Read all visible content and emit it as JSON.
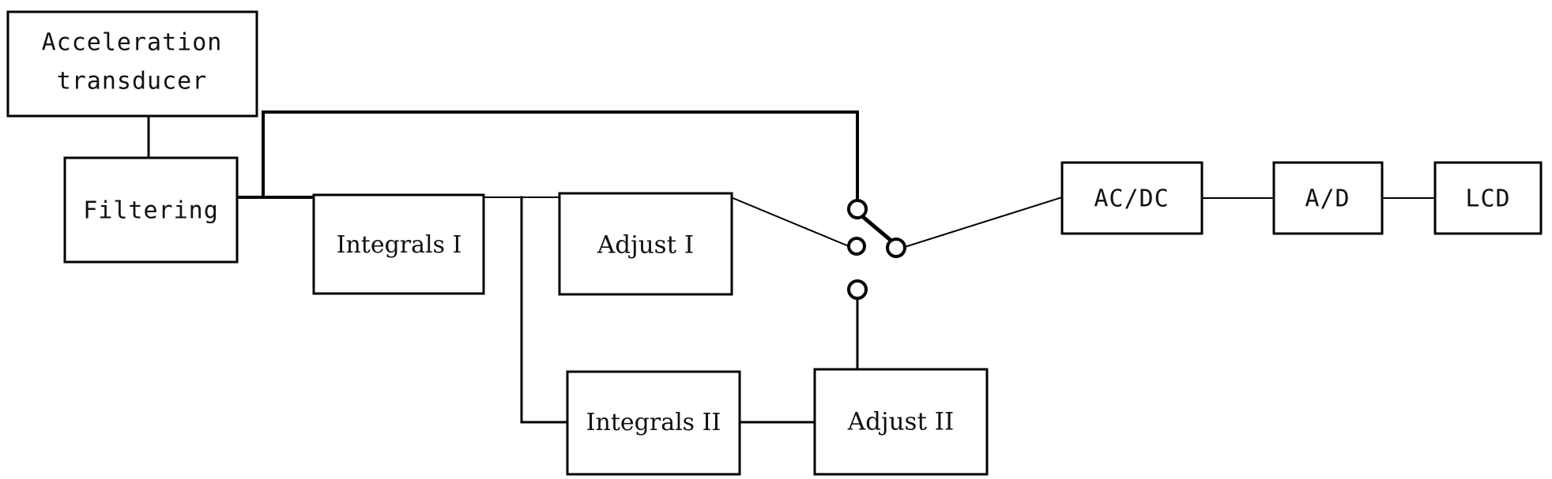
{
  "diagram": {
    "title": "Acceleration measurement signal chain block diagram",
    "background_color": "#ffffff",
    "line_color": "#000000",
    "blocks": [
      {
        "id": "acceleration-transducer",
        "label_line1": "Acceleration",
        "label_line2": "transducer"
      },
      {
        "id": "filtering",
        "label": "Filtering"
      },
      {
        "id": "integrals-1",
        "label": "Integrals I"
      },
      {
        "id": "adjust-1",
        "label": "Adjust I"
      },
      {
        "id": "integrals-2",
        "label": "Integrals II"
      },
      {
        "id": "adjust-2",
        "label": "Adjust II"
      },
      {
        "id": "ac-dc",
        "label": "AC/DC"
      },
      {
        "id": "a-d",
        "label": "A/D"
      },
      {
        "id": "lcd",
        "label": "LCD"
      }
    ],
    "switch": {
      "name": "selector-switch",
      "node_count": 4,
      "selected_pole": "top",
      "node_labels": [
        "top-terminal",
        "middle-left-terminal",
        "middle-right-terminal",
        "bottom-terminal"
      ]
    }
  }
}
